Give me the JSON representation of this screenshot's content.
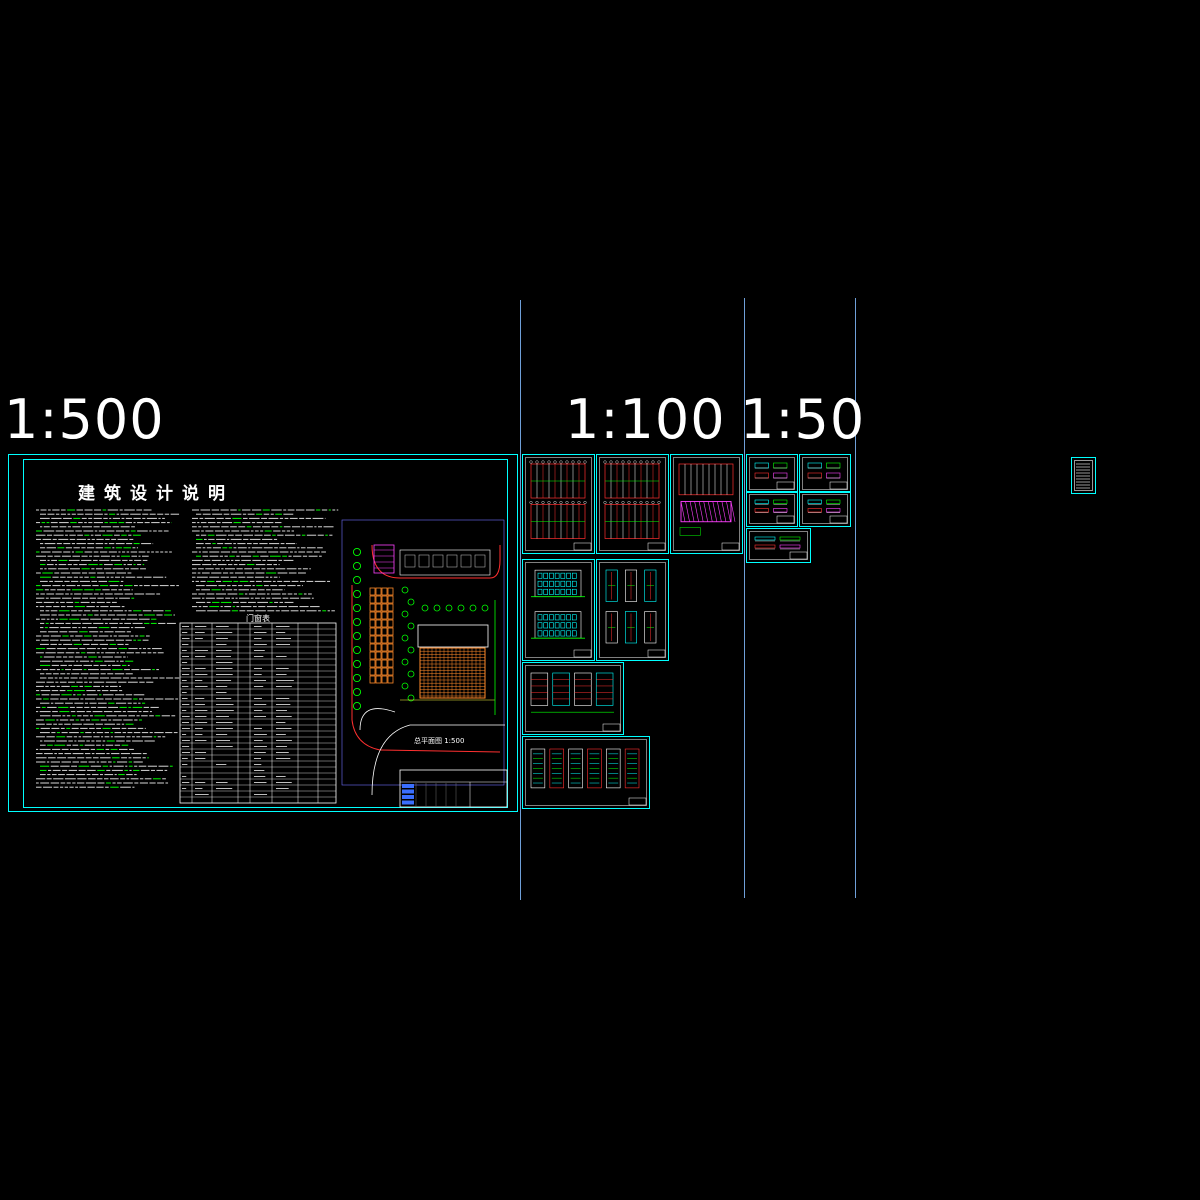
{
  "scales": {
    "s500": "1:500",
    "s100": "1:100",
    "s50": "1:50"
  },
  "sheet1": {
    "title": "建筑设计说明",
    "door_table_title": "门窗表",
    "site_plan_title": "总平面图 1:500"
  },
  "colors": {
    "background": "#000000",
    "frame": "#00ffff",
    "divider": "#6f9fd8",
    "text": "#ffffff",
    "red": "#ff3030",
    "green": "#00ff00",
    "magenta": "#ff40ff",
    "orange": "#ff8a2a",
    "yellow": "#ffff40"
  }
}
